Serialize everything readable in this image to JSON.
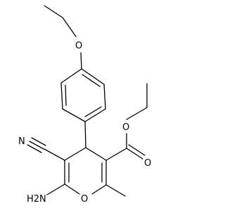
{
  "molecule": {
    "atom_labels": {
      "ether_oxygen": "O",
      "nitrile_nitrogen": "N",
      "amino_group": "H2N",
      "ring_oxygen": "O",
      "ester_carbonyl_oxygen": "O",
      "ester_alkoxy_oxygen": "O"
    }
  },
  "colors": {
    "bond": "#000000",
    "label": "#000000",
    "background": "#ffffff"
  }
}
